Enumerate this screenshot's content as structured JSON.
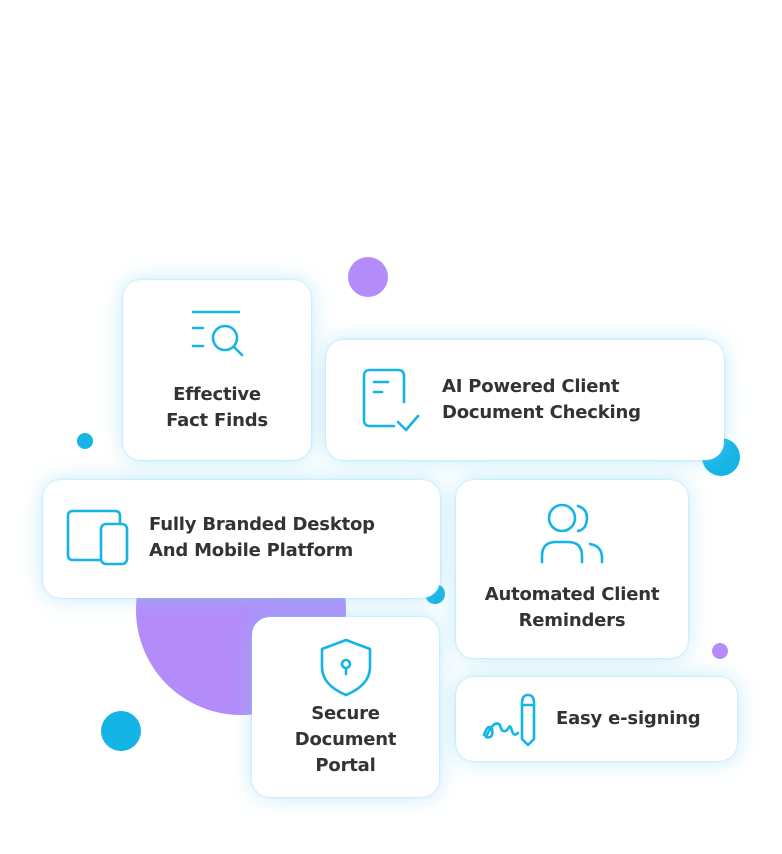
{
  "colors": {
    "accent_blue": "#14b4e6",
    "accent_purple": "#b48cfa",
    "text_dark": "#333333"
  },
  "features": {
    "fact_finds": {
      "line1": "Effective",
      "line2": "Fact Finds",
      "icon": "search-list-icon"
    },
    "ai_checking": {
      "line1": "AI Powered Client",
      "line2": "Document Checking",
      "icon": "document-check-icon"
    },
    "branded_platform": {
      "line1": "Fully Branded Desktop",
      "line2": "And Mobile Platform",
      "icon": "devices-icon"
    },
    "reminders": {
      "line1": "Automated Client",
      "line2": "Reminders",
      "icon": "users-icon"
    },
    "portal": {
      "line1": "Secure",
      "line2": "Document",
      "line3": "Portal",
      "icon": "shield-lock-icon"
    },
    "esigning": {
      "line1": "Easy e-signing",
      "icon": "signature-pen-icon"
    }
  }
}
